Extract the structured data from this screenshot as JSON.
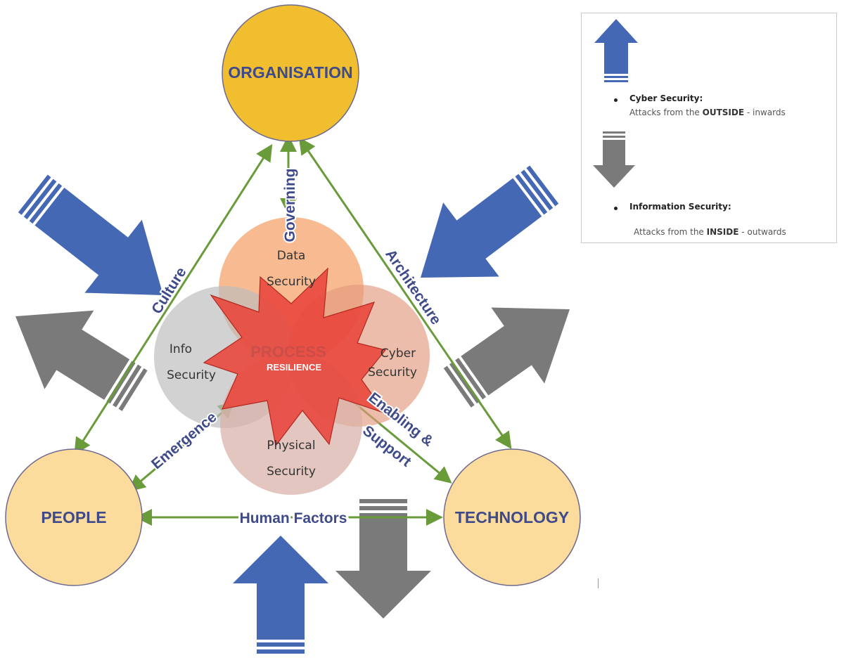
{
  "nodes": {
    "organisation": "ORGANISATION",
    "people": "PEOPLE",
    "technology": "TECHNOLOGY"
  },
  "edges": {
    "culture": "Culture",
    "architecture": "Architecture",
    "human_factors": "Human Factors",
    "governing": "Governing",
    "emergence": "Emergence",
    "enabling_line1": "Enabling &",
    "enabling_line2": "Support"
  },
  "circles": {
    "data": [
      "Data",
      "Security"
    ],
    "info": [
      "Info",
      "Security"
    ],
    "cyber": [
      "Cyber",
      "Security"
    ],
    "physical": [
      "Physical",
      "Security"
    ]
  },
  "center": {
    "process": "PROCESS",
    "resilience": "RESILIENCE"
  },
  "legend": {
    "cyber_title": "Cyber Security:",
    "cyber_desc_pre": "Attacks from the ",
    "cyber_desc_bold": "OUTSIDE",
    "cyber_desc_post": " - inwards",
    "info_title": "Information Security:",
    "info_desc_pre": "Attacks from the ",
    "info_desc_bold": "INSIDE",
    "info_desc_post": " - outwards"
  },
  "colors": {
    "organisation_fill": "#f0be2e",
    "person_tech_fill": "#fbdc9c",
    "node_stroke": "#6e6a8f",
    "green_arrow": "#6a9b3a",
    "blue_arrow": "#4468b4",
    "gray_arrow": "#7a7a7a",
    "data_circle": "#f4a067",
    "info_circle": "#bdbdbd",
    "cyber_circle": "#e39a7e",
    "physical_circle": "#d9b0a8",
    "star": "#e8443a",
    "label_text": "#3f4a8a"
  },
  "icons": {
    "inward_attack": "blue-arrow-icon",
    "outward_attack": "gray-arrow-icon"
  }
}
